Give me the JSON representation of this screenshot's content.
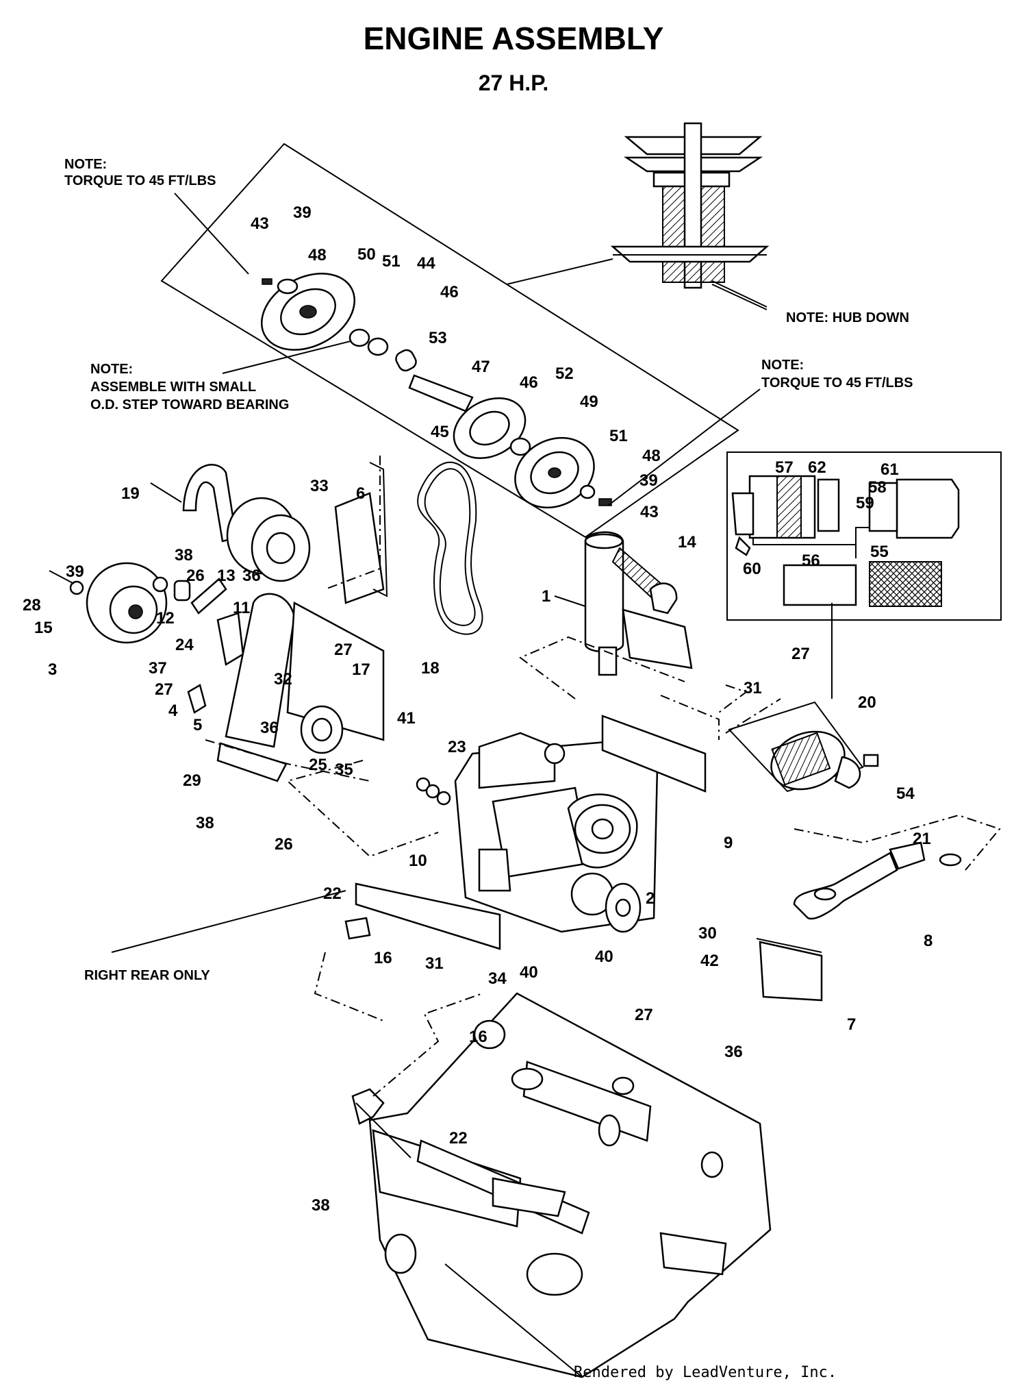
{
  "title": "ENGINE ASSEMBLY",
  "subtitle": "27 H.P.",
  "notes": {
    "torque_left_head": "NOTE:",
    "torque_left_body": "TORQUE TO 45 FT/LBS",
    "hub_down": "NOTE: HUB DOWN",
    "assemble_head": "NOTE:",
    "assemble_line1": "ASSEMBLE WITH SMALL",
    "assemble_line2": "O.D. STEP TOWARD BEARING",
    "torque_right_head": "NOTE:",
    "torque_right_body": "TORQUE TO 45 FT/LBS",
    "right_rear": "RIGHT REAR ONLY"
  },
  "callouts": [
    "43",
    "39",
    "48",
    "50",
    "51",
    "44",
    "46",
    "53",
    "47",
    "46",
    "52",
    "49",
    "45",
    "51",
    "48",
    "39",
    "43",
    "19",
    "33",
    "6",
    "38",
    "26",
    "13",
    "36",
    "39",
    "28",
    "15",
    "12",
    "11",
    "3",
    "24",
    "37",
    "27",
    "4",
    "5",
    "32",
    "36",
    "27",
    "17",
    "41",
    "25",
    "35",
    "29",
    "38",
    "26",
    "18",
    "1",
    "14",
    "57",
    "62",
    "61",
    "58",
    "59",
    "60",
    "56",
    "55",
    "27",
    "31",
    "20",
    "23",
    "9",
    "54",
    "21",
    "10",
    "22",
    "2",
    "30",
    "16",
    "31",
    "40",
    "34",
    "40",
    "8",
    "42",
    "7",
    "27",
    "36",
    "16",
    "22",
    "38"
  ],
  "credit": "Rendered by LeadVenture, Inc."
}
